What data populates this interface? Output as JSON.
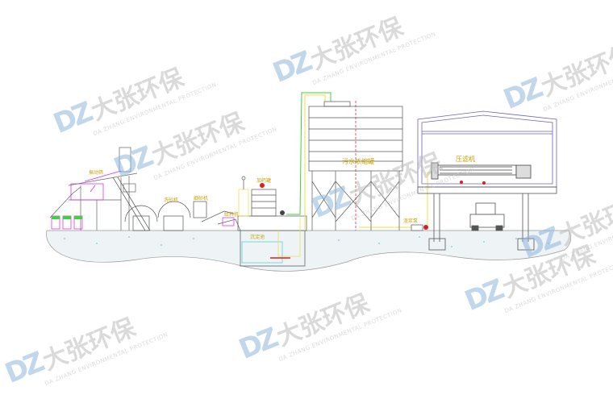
{
  "labels": {
    "vibrating_screen": "振动筛",
    "sand_washer_1": "洗砂机",
    "sand_washer_2": "细砂机",
    "feeder": "给料机",
    "dosing_tank": "加药罐",
    "sedimentation_pool": "沉淀池",
    "sludge_tank": "污水浓缩罐",
    "slurry_pump": "渣浆泵",
    "filter_press": "压滤机"
  },
  "watermark": {
    "logo": "DZ",
    "cn": "大张环保",
    "en": "DA ZHANG ENVIRONMENTAL PROTECTION"
  },
  "colors": {
    "line": "#555555",
    "magenta": "#e020e0",
    "yellow_pipe": "#f0e040",
    "green_pipe": "#40d040",
    "red": "#d82020",
    "ground": "#eef3f6"
  }
}
